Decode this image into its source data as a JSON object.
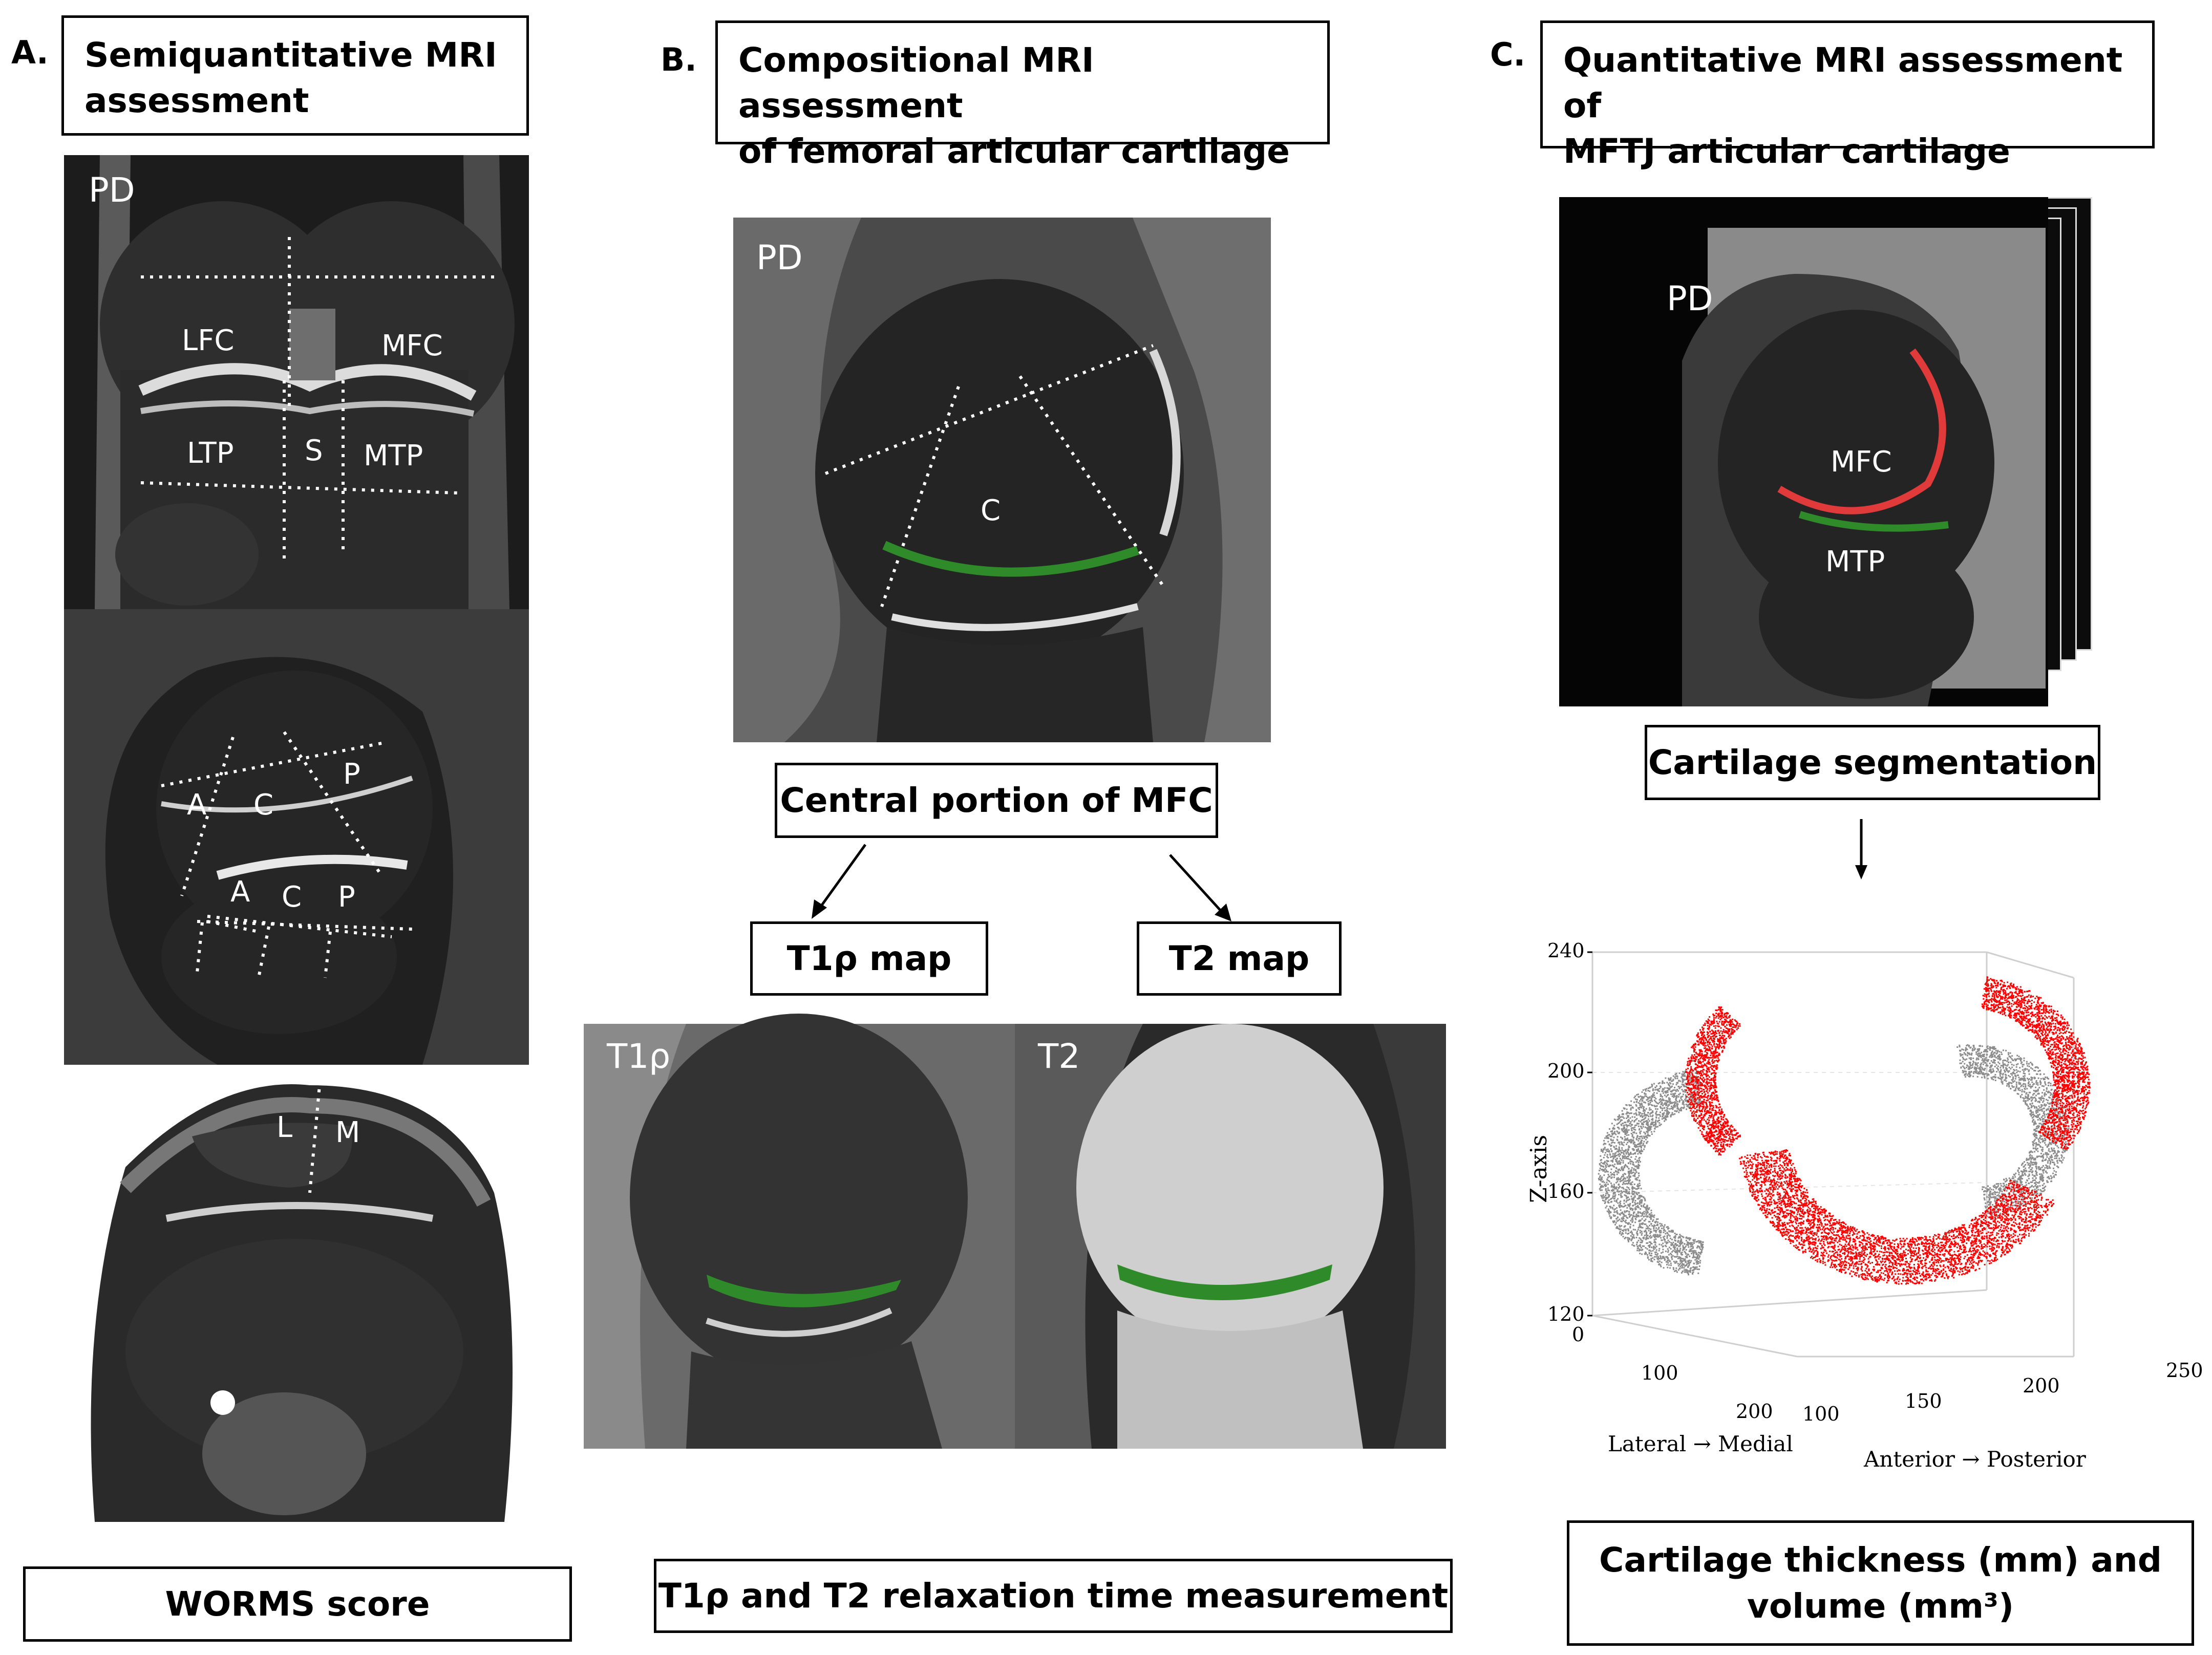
{
  "panel_a": {
    "letter": "A.",
    "title": "Semiquantitative MRI\nassessment",
    "coronal": {
      "seq": "PD",
      "regions": [
        "LFC",
        "MFC",
        "LTP",
        "S",
        "MTP"
      ]
    },
    "sagittal": {
      "regions": [
        "A",
        "C",
        "P",
        "A",
        "C",
        "P"
      ]
    },
    "axial": {
      "regions": [
        "L",
        "M"
      ]
    },
    "footer": "WORMS score"
  },
  "panel_b": {
    "letter": "B.",
    "title": "Compositional MRI assessment\nof femoral articular cartilage",
    "main": {
      "seq": "PD",
      "region": "C"
    },
    "central": "Central portion of MFC",
    "t1rho_map": "T1ρ map",
    "t2_map": "T2 map",
    "t1rho_label": "T1ρ",
    "t2_label": "T2",
    "footer": "T1ρ and T2 relaxation time measurement"
  },
  "panel_c": {
    "letter": "C.",
    "title": "Quantitative MRI assessment of\nMFTJ articular cartilage",
    "image": {
      "seq": "PD",
      "mfc": "MFC",
      "mtp": "MTP"
    },
    "segmentation": "Cartilage segmentation",
    "footer": "Cartilage thickness (mm) and\nvolume (mm³)"
  },
  "chart_data": {
    "type": "scatter",
    "zlabel": "Z-axis",
    "xlabel": "Lateral → Medial",
    "ylabel": "Anterior → Posterior",
    "z_ticks": [
      "240",
      "200",
      "160",
      "120"
    ],
    "x_ticks": [
      "0",
      "100",
      "200"
    ],
    "y_ticks": [
      "100",
      "150",
      "200",
      "250"
    ],
    "zlim": [
      120,
      240
    ],
    "series": [
      {
        "color": "#8c8c8c"
      },
      {
        "color": "#ff0000"
      }
    ]
  },
  "colors": {
    "cartilage_green": "#2f8a2a",
    "cartilage_red": "#e03a3a"
  }
}
